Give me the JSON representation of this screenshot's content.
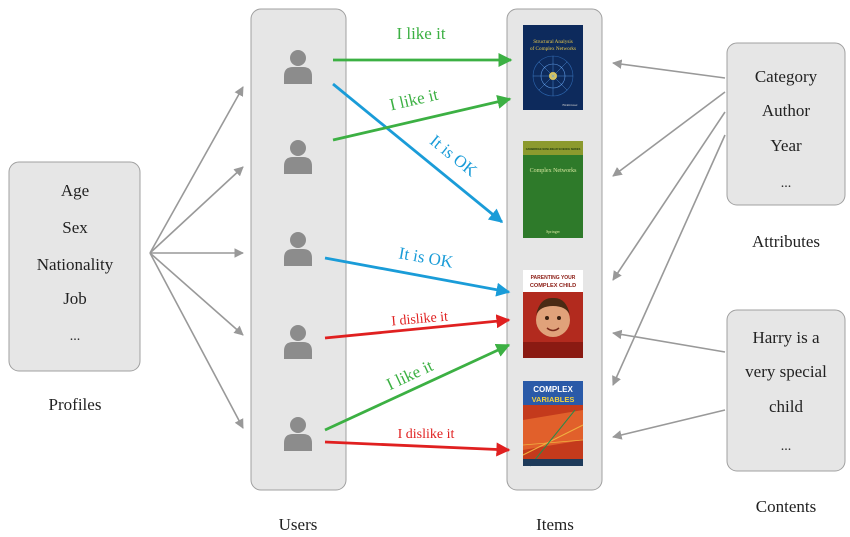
{
  "profiles": {
    "fields": [
      "Age",
      "Sex",
      "Nationality",
      "Job",
      "..."
    ],
    "caption": "Profiles"
  },
  "users": {
    "caption": "Users",
    "count": 5
  },
  "items": {
    "caption": "Items",
    "books": [
      {
        "title_line1": "Structural Analysis",
        "title_line2": "of Complex Networks",
        "publisher": "Birkhäuser",
        "cover_color": "#0d2a5c"
      },
      {
        "header": "CAMBRIDGE NONLINEAR SCIENCE SERIES",
        "title": "Complex Networks",
        "publisher": "Springer",
        "cover_color": "#2e7a2a"
      },
      {
        "line1": "PARENTING YOUR",
        "line2": "COMPLEX CHILD",
        "cover_color": "#b22a1e"
      },
      {
        "line1": "COMPLEX",
        "line2": "VARIABLES",
        "cover_color": "#c43a1c"
      }
    ]
  },
  "attributes": {
    "fields": [
      "Category",
      "Author",
      "Year",
      "..."
    ],
    "caption": "Attributes"
  },
  "contents": {
    "lines": [
      "Harry is a",
      "very special",
      "child",
      "..."
    ],
    "caption": "Contents"
  },
  "ratings": [
    {
      "text": "I like it",
      "color": "#3cb043"
    },
    {
      "text": "I like it",
      "color": "#3cb043"
    },
    {
      "text": "It is OK",
      "color": "#1a9cd8"
    },
    {
      "text": "It is OK",
      "color": "#1a9cd8"
    },
    {
      "text": "I dislike it",
      "color": "#e02020"
    },
    {
      "text": "I like it",
      "color": "#3cb043"
    },
    {
      "text": "I dislike it",
      "color": "#e02020"
    }
  ],
  "colors": {
    "panel_fill": "#e6e6e6",
    "panel_stroke": "#a0a0a0",
    "connector": "#999999",
    "user_icon": "#8c8c8c",
    "like": "#3cb043",
    "ok": "#1a9cd8",
    "dislike": "#e02020"
  }
}
